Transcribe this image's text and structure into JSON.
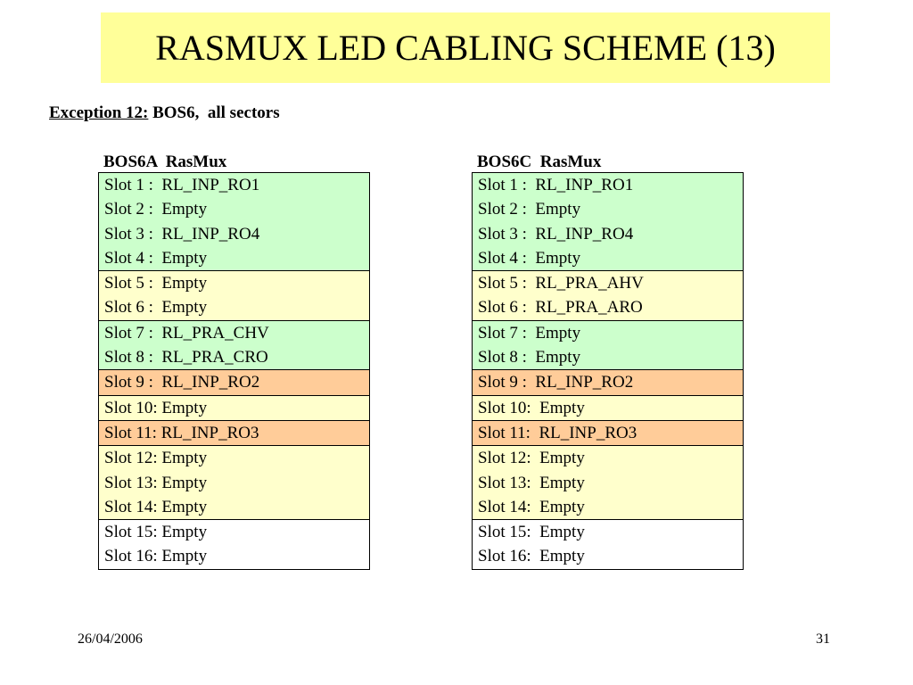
{
  "title": "RASMUX LED CABLING SCHEME (13)",
  "exception": {
    "label": "Exception 12:",
    "text": " BOS6,  all sectors"
  },
  "colors": {
    "title_bg": "#ffff99",
    "green": "#ccffcc",
    "yellow": "#ffffcc",
    "orange": "#ffcc99",
    "white": "#ffffff"
  },
  "tables": [
    {
      "heading": "BOS6A  RasMux",
      "groups": [
        {
          "color": "green",
          "rows": [
            "Slot 1 :  RL_INP_RO1",
            "Slot 2 :  Empty",
            "Slot 3 :  RL_INP_RO4",
            "Slot 4 :  Empty"
          ]
        },
        {
          "color": "yellow",
          "rows": [
            "Slot 5 :  Empty",
            "Slot 6 :  Empty"
          ]
        },
        {
          "color": "green",
          "rows": [
            "Slot 7 :  RL_PRA_CHV",
            "Slot 8 :  RL_PRA_CRO"
          ]
        },
        {
          "color": "orange",
          "rows": [
            "Slot 9 :  RL_INP_RO2"
          ]
        },
        {
          "color": "yellow",
          "rows": [
            "Slot 10: Empty"
          ]
        },
        {
          "color": "orange",
          "rows": [
            "Slot 11: RL_INP_RO3"
          ]
        },
        {
          "color": "yellow",
          "rows": [
            "Slot 12: Empty",
            "Slot 13: Empty",
            "Slot 14: Empty"
          ]
        },
        {
          "color": "white",
          "rows": [
            "Slot 15: Empty",
            "Slot 16: Empty"
          ]
        }
      ]
    },
    {
      "heading": "BOS6C  RasMux",
      "groups": [
        {
          "color": "green",
          "rows": [
            "Slot 1 :  RL_INP_RO1",
            "Slot 2 :  Empty",
            "Slot 3 :  RL_INP_RO4",
            "Slot 4 :  Empty"
          ]
        },
        {
          "color": "yellow",
          "rows": [
            "Slot 5 :  RL_PRA_AHV",
            "Slot 6 :  RL_PRA_ARO"
          ]
        },
        {
          "color": "green",
          "rows": [
            "Slot 7 :  Empty",
            "Slot 8 :  Empty"
          ]
        },
        {
          "color": "orange",
          "rows": [
            "Slot 9 :  RL_INP_RO2"
          ]
        },
        {
          "color": "yellow",
          "rows": [
            "Slot 10:  Empty"
          ]
        },
        {
          "color": "orange",
          "rows": [
            "Slot 11:  RL_INP_RO3"
          ]
        },
        {
          "color": "yellow",
          "rows": [
            "Slot 12:  Empty",
            "Slot 13:  Empty",
            "Slot 14:  Empty"
          ]
        },
        {
          "color": "white",
          "rows": [
            "Slot 15:  Empty",
            "Slot 16:  Empty"
          ]
        }
      ]
    }
  ],
  "footer": {
    "date": "26/04/2006",
    "page": "31"
  }
}
